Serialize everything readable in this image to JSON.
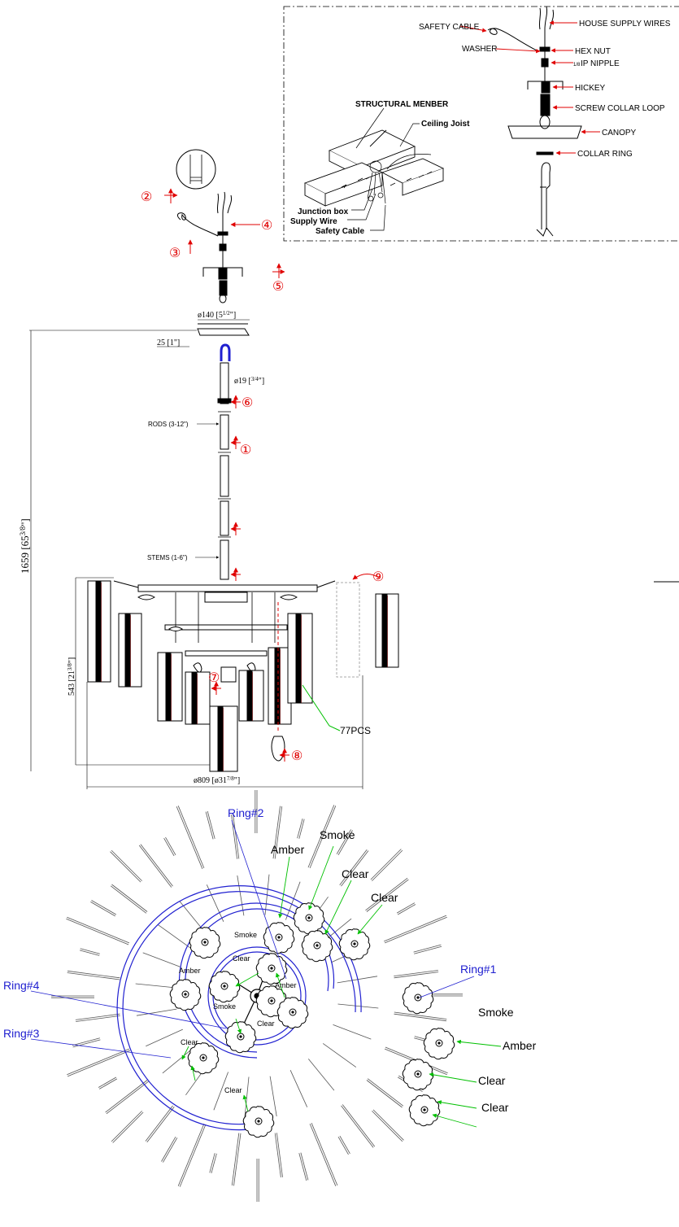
{
  "install_box": {
    "labels": {
      "safety_cable": "SAFETY CABLE",
      "washer": "WASHER",
      "house_supply_wires": "HOUSE SUPPLY WIRES",
      "hex_nut": "HEX NUT",
      "ip_nipple": "IP NIPPLE",
      "ip_nipple_frac": "1/8",
      "hickey": "HICKEY",
      "screw_collar_loop": "SCREW COLLAR LOOP",
      "canopy": "CANOPY",
      "collar_ring": "COLLAR RING",
      "structural_member": "STRUCTURAL  MENBER",
      "ceiling_joist": "Ceiling Joist",
      "junction_box": "Junction box",
      "supply_wire": "Supply  Wire",
      "safety_cable_2": "Safety Cable"
    }
  },
  "steps": {
    "s1": "①",
    "s2": "②",
    "s3": "③",
    "s4": "④",
    "s5": "⑤",
    "s6": "⑥",
    "s7": "⑦",
    "s8": "⑧",
    "s9": "⑨"
  },
  "dimensions": {
    "canopy_dia": "ø140 [5",
    "canopy_dia_frac": "1/2",
    "canopy_dia_end": "\"]",
    "canopy_height": "25 [1\"]",
    "rod_dia": "ø19 [",
    "rod_dia_frac": "3/4",
    "rod_dia_end": "\"]",
    "rods": "RODS (3-12\")",
    "stems": "STEMS (1-6\")",
    "overall_height": "1659  [65",
    "overall_height_frac": "3/8",
    "overall_height_end": "\"]",
    "body_height": "543  [21",
    "body_height_frac": "3/8",
    "body_height_end": "\"]",
    "body_dia": "ø809  [ø31",
    "body_dia_frac": "7/8",
    "body_dia_end": "\"]",
    "pieces": "77PCS"
  },
  "plan_view": {
    "rings": [
      "Ring#1",
      "Ring#2",
      "Ring#3",
      "Ring#4"
    ],
    "crystal_labels": {
      "amber_top": "Amber",
      "smoke_top": "Smoke",
      "clear_top1": "Clear",
      "clear_top2": "Clear",
      "smoke_r1": "Smoke",
      "amber_r1": "Amber",
      "clear_r1a": "Clear",
      "clear_r1b": "Clear",
      "smoke_in": "Smoke",
      "amber_in": "Amber",
      "clear_in": "Clear",
      "amber_in2": "Amber",
      "smoke_in2": "Smoke",
      "clear_in2": "Clear",
      "clear_in3": "Clear",
      "clear_in4": "Clear"
    }
  },
  "colors": {
    "line": "#000000",
    "annotation_red": "#e00000",
    "leader_green": "#00c000",
    "ring_blue": "#2020d0"
  }
}
